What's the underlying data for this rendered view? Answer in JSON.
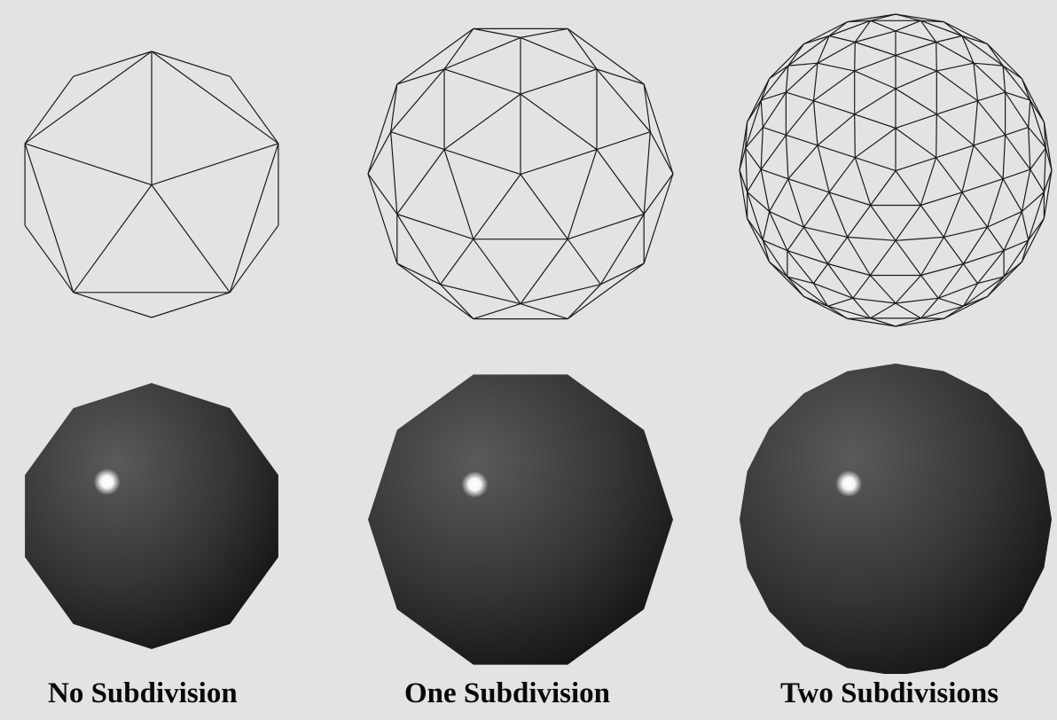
{
  "figure": {
    "background": "#e3e3e3",
    "wire_color": "#1a1a1a",
    "shade_dark": "#0f0f0f",
    "shade_light": "#5a5a5a",
    "highlight": "#ffffff"
  },
  "panels": [
    {
      "caption": "No Subdivision",
      "subdivisions": 0,
      "shape": "icosahedron"
    },
    {
      "caption": "One Subdivision",
      "subdivisions": 1,
      "shape": "icosphere"
    },
    {
      "caption": "Two Subdivisions",
      "subdivisions": 2,
      "shape": "icosphere"
    }
  ]
}
